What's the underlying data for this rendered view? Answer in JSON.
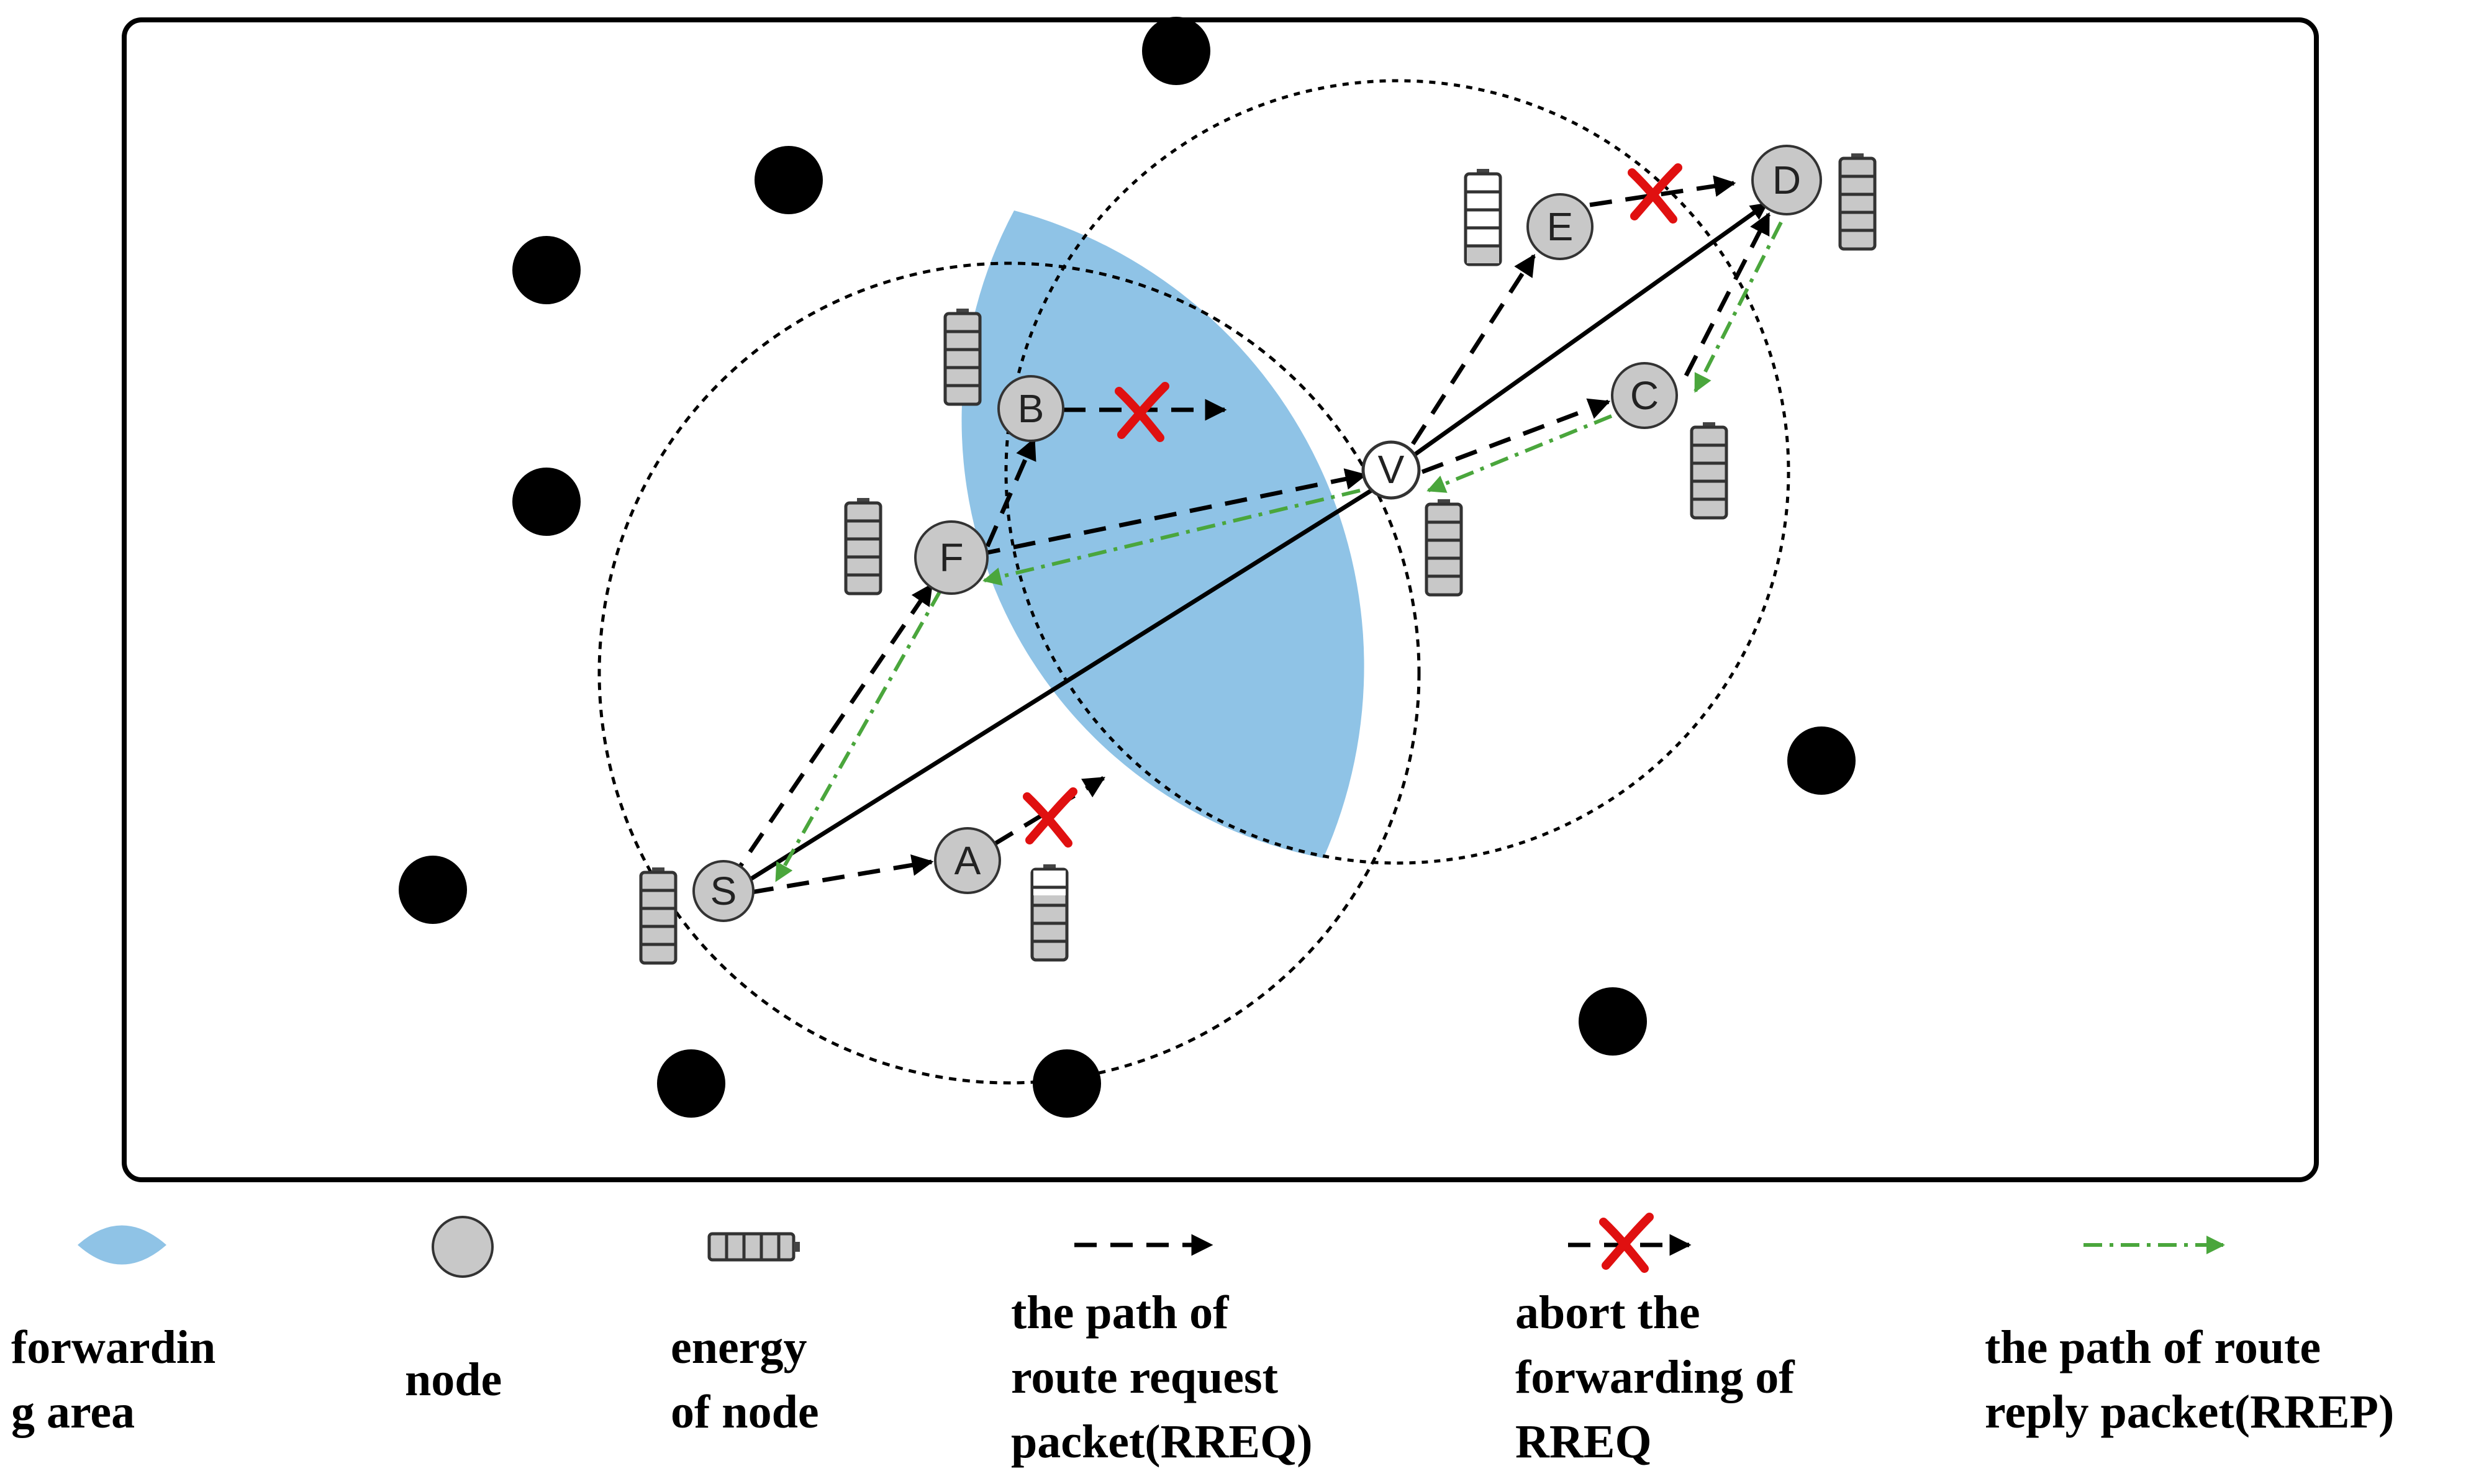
{
  "colors": {
    "forwarding_area": "#8fc3e6",
    "node_fill": "#c8c8c8",
    "black_node": "#000000",
    "rrep": "#4aa63c",
    "abort": "#e01010"
  },
  "nodes": {
    "S": "S",
    "A": "A",
    "F": "F",
    "B": "B",
    "V": "V",
    "C": "C",
    "E": "E",
    "D": "D"
  },
  "legend": {
    "forwarding_area": "forwardin\ng area",
    "node": "node",
    "energy": "energy\nof node",
    "rreq": "the path of\nroute request\npacket(RREQ)",
    "abort": "abort the\nforwarding of\nRREQ",
    "rrep": "the path of route\nreply packet(RREP)"
  }
}
